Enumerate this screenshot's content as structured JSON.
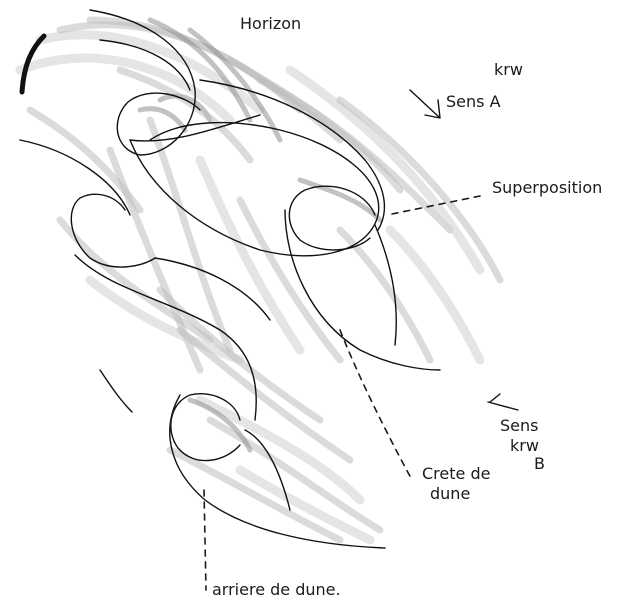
{
  "labels": {
    "horizon": "Horizon",
    "krw_top": "krw",
    "sens_a": "Sens A",
    "superposition": "Superposition",
    "sens_b_line1": "Sens",
    "sens_b_line2": "krw",
    "sens_b_line3": "B",
    "crete_line1": "Crete de",
    "crete_line2": "dune",
    "arriere": "arriere de dune."
  },
  "colors": {
    "ink": "#111111",
    "shading_light": "#bdbdbd",
    "shading_dark": "#8f8f8f",
    "background": "#ffffff"
  }
}
